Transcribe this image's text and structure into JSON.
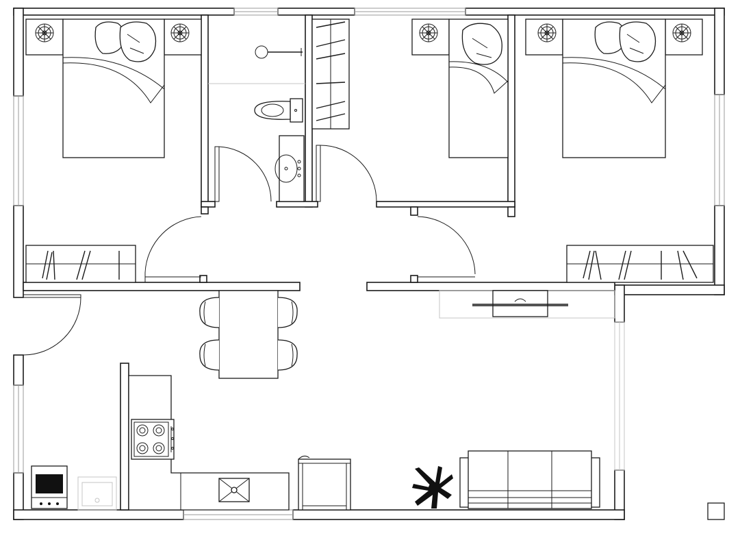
{
  "plan": {
    "wall_color": "#1a1a1a",
    "background_color": "#ffffff",
    "window_color": "#9a9a9a",
    "plant_color": "#111111",
    "rooms": [
      "bedroom-left",
      "bathroom",
      "bedroom-middle",
      "bedroom-right",
      "hallway",
      "kitchen-dining",
      "living-room"
    ],
    "icons": [
      "bed-icon",
      "nightstand-lamp-icon",
      "wardrobe-icon",
      "toilet-icon",
      "sink-icon",
      "shower-icon",
      "door-swing-icon",
      "dining-table-icon",
      "chair-icon",
      "stove-icon",
      "oven-icon",
      "kitchen-sink-icon",
      "fridge-icon",
      "sofa-icon",
      "plant-icon",
      "tv-stand-icon",
      "legend-square-icon"
    ]
  }
}
